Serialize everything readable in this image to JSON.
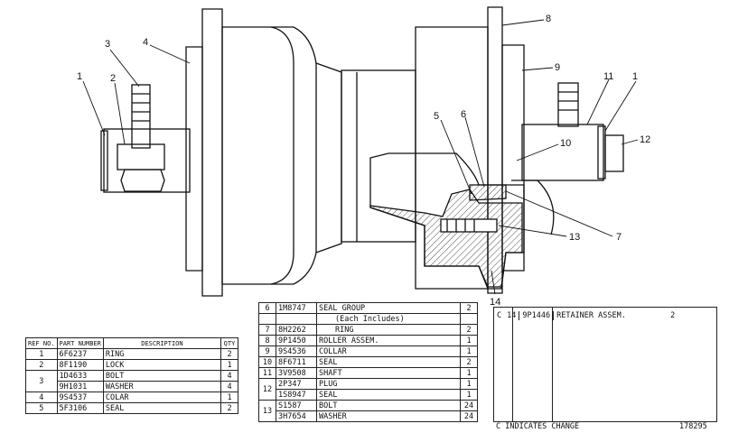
{
  "callouts": [
    "1",
    "2",
    "3",
    "4",
    "5",
    "6",
    "7",
    "8",
    "9",
    "10",
    "11",
    "1",
    "12",
    "13",
    "14"
  ],
  "table1": {
    "headers": [
      "REF NO.",
      "PART NUMBER",
      "DESCRIPTION",
      "QTY"
    ],
    "rows": [
      {
        "ref": "1",
        "part": "6F6237",
        "desc": "RING",
        "qty": "2"
      },
      {
        "ref": "2",
        "part": "8F1190",
        "desc": "LOCK",
        "qty": "1"
      },
      {
        "ref": "3",
        "part": "1D4633",
        "desc": "BOLT",
        "qty": "4"
      },
      {
        "ref": "",
        "part": "9H1031",
        "desc": "WASHER",
        "qty": "4"
      },
      {
        "ref": "4",
        "part": "9S4537",
        "desc": "COLAR",
        "qty": "1"
      },
      {
        "ref": "5",
        "part": "5F3106",
        "desc": "SEAL",
        "qty": "2"
      }
    ]
  },
  "table2": {
    "rows": [
      {
        "ref": "6",
        "part": "1M8747",
        "desc": "SEAL GROUP",
        "qty": "2"
      },
      {
        "ref": "",
        "part": "",
        "desc": "(Each Includes)",
        "qty": ""
      },
      {
        "ref": "7",
        "part": "8H2262",
        "desc": "RING",
        "qty": "2"
      },
      {
        "ref": "8",
        "part": "9P1450",
        "desc": "ROLLER ASSEM.",
        "qty": "1"
      },
      {
        "ref": "9",
        "part": "9S4536",
        "desc": "COLLAR",
        "qty": "1"
      },
      {
        "ref": "10",
        "part": "8F6711",
        "desc": "SEAL",
        "qty": "2"
      },
      {
        "ref": "11",
        "part": "3V9508",
        "desc": "SHAFT",
        "qty": "1"
      },
      {
        "ref": "12",
        "part": "2P347",
        "desc": "PLUG",
        "qty": "1"
      },
      {
        "ref": "",
        "part": "1S8947",
        "desc": "SEAL",
        "qty": "1"
      },
      {
        "ref": "13",
        "part": "S1587",
        "desc": "BOLT",
        "qty": "24"
      },
      {
        "ref": "",
        "part": "3H7654",
        "desc": "WASHER",
        "qty": "24"
      }
    ]
  },
  "table3": {
    "c_mark": "C",
    "rows": [
      {
        "ref": "14",
        "part": "9P1446",
        "desc": "RETAINER ASSEM.",
        "qty": "2"
      }
    ]
  },
  "footnote": "C INDICATES CHANGE",
  "doc_number": "178295"
}
